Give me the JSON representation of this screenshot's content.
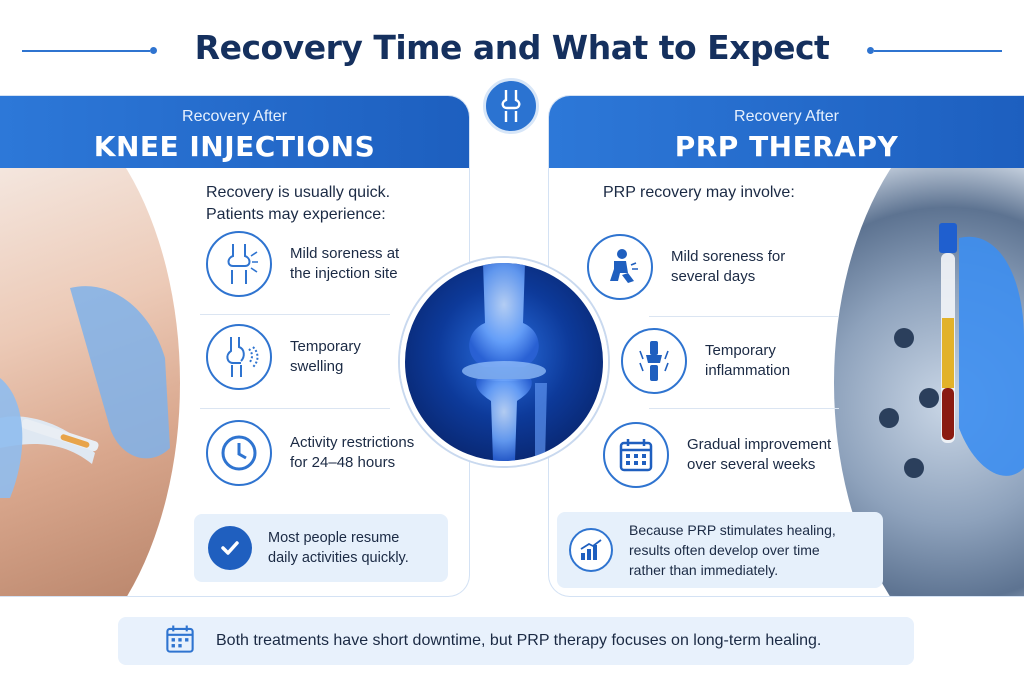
{
  "title": "Recovery Time and What to Expect",
  "colors": {
    "primary": "#2f74d0",
    "dark": "#15305e",
    "light": "#e6f0fb"
  },
  "left": {
    "banner_sub": "Recovery After",
    "banner_main": "KNEE INJECTIONS",
    "intro_line1": "Recovery is usually quick.",
    "intro_line2": "Patients may experience:",
    "items": [
      {
        "icon": "knee-joint-icon",
        "line1": "Mild soreness at",
        "line2": "the injection site"
      },
      {
        "icon": "swelling-knee-icon",
        "line1": "Temporary",
        "line2": "swelling"
      },
      {
        "icon": "clock-icon",
        "line1": "Activity restrictions",
        "line2": "for 24–48 hours"
      }
    ],
    "callout_line1": "Most people resume",
    "callout_line2": "daily activities quickly."
  },
  "right": {
    "banner_sub": "Recovery After",
    "banner_main": "PRP THERAPY",
    "intro": "PRP recovery may involve:",
    "items": [
      {
        "icon": "sore-person-icon",
        "line1": "Mild soreness for",
        "line2": "several days"
      },
      {
        "icon": "inflamed-joint-icon",
        "line1": "Temporary",
        "line2": "inflammation"
      },
      {
        "icon": "calendar-icon",
        "line1": "Gradual improvement",
        "line2": "over several weeks"
      }
    ],
    "callout_line1": "Because PRP stimulates healing,",
    "callout_line2": "results often develop over time",
    "callout_line3": "rather than immediately."
  },
  "footer": "Both treatments have short downtime, but PRP therapy focuses on long-term healing."
}
